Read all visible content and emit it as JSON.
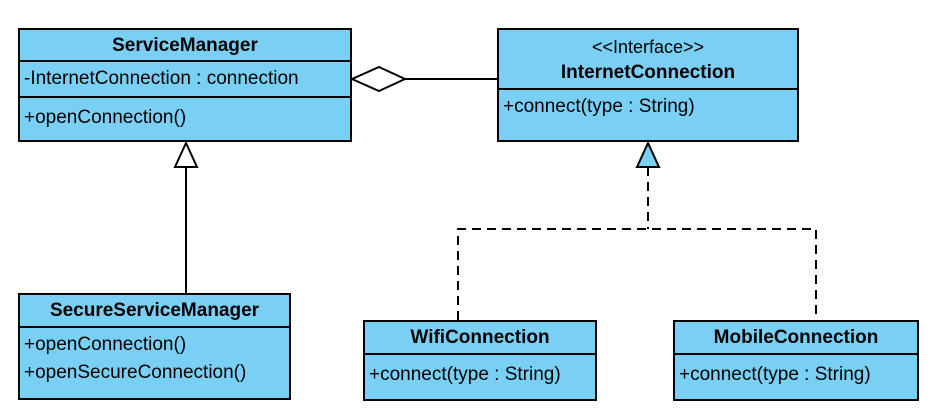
{
  "colors": {
    "class_fill": "#7acff5",
    "line": "#000000",
    "background": "#ffffff"
  },
  "classes": {
    "service_manager": {
      "name": "ServiceManager",
      "attributes": [
        "-InternetConnection : connection"
      ],
      "operations": [
        "+openConnection()"
      ]
    },
    "internet_connection": {
      "stereotype": "<<Interface>>",
      "name": "InternetConnection",
      "operations": [
        "+connect(type : String)"
      ]
    },
    "secure_service_manager": {
      "name": "SecureServiceManager",
      "operations": [
        "+openConnection()",
        "+openSecureConnection()"
      ]
    },
    "wifi_connection": {
      "name": "WifiConnection",
      "operations": [
        "+connect(type : String)"
      ]
    },
    "mobile_connection": {
      "name": "MobileConnection",
      "operations": [
        "+connect(type : String)"
      ]
    }
  },
  "relationships": [
    {
      "type": "aggregation",
      "whole": "ServiceManager",
      "part": "InternetConnection"
    },
    {
      "type": "generalization",
      "child": "SecureServiceManager",
      "parent": "ServiceManager"
    },
    {
      "type": "realization",
      "implementer": "WifiConnection",
      "interface": "InternetConnection"
    },
    {
      "type": "realization",
      "implementer": "MobileConnection",
      "interface": "InternetConnection"
    }
  ]
}
